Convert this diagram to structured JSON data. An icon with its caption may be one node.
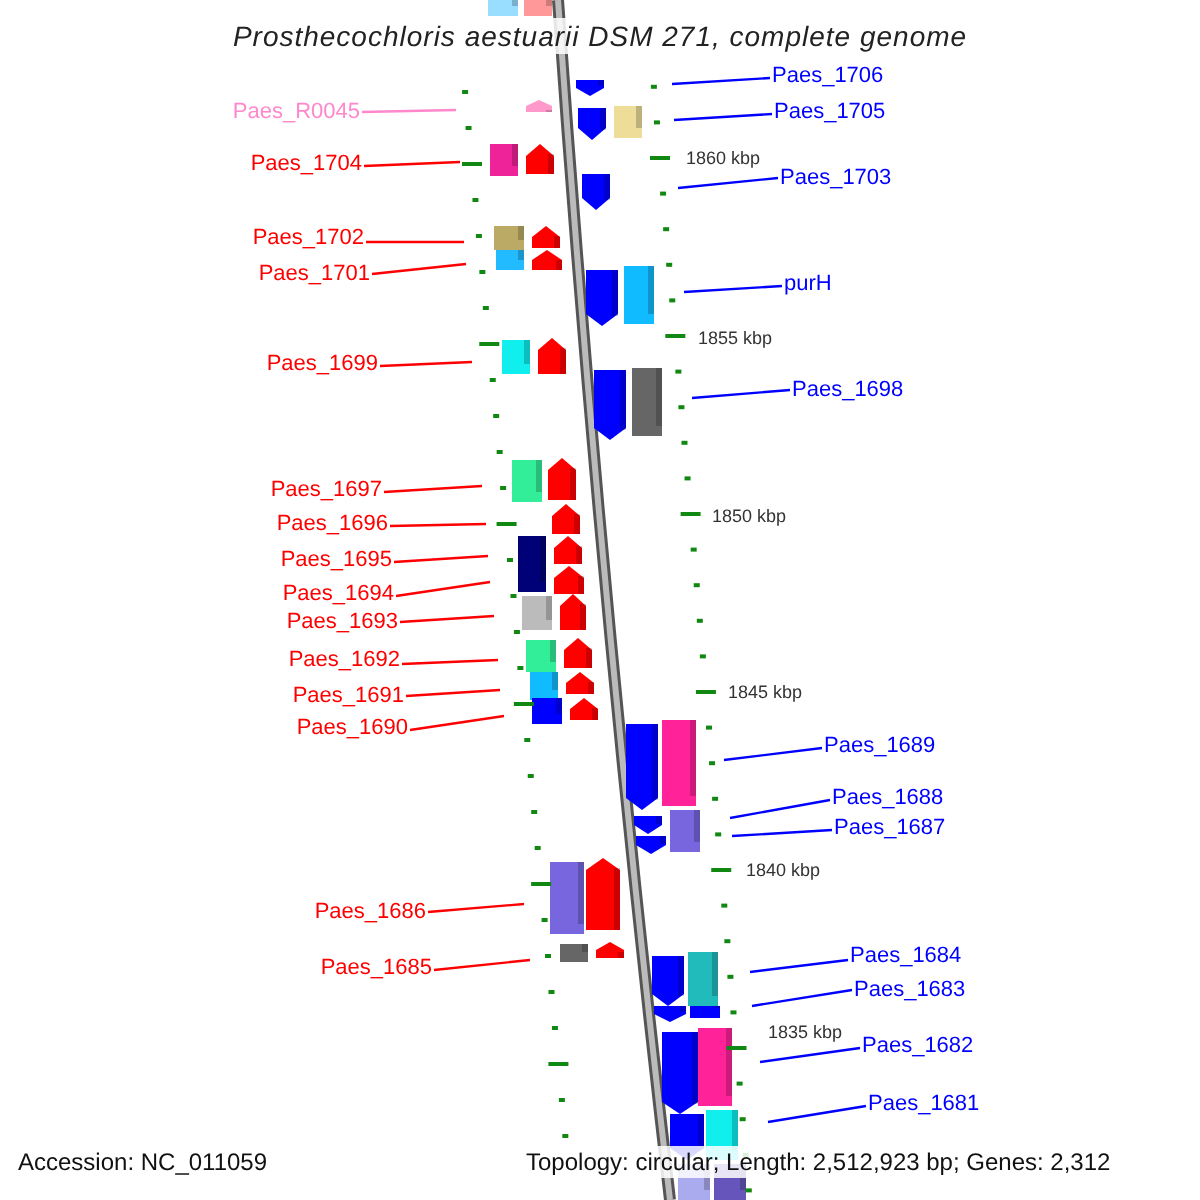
{
  "diagram": {
    "title": "Prosthecochloris aestuarii DSM 271, complete genome",
    "nodes": [
      {
        "text": [
          "Paes_1706"
        ]
      },
      {
        "text": [
          "Paes_R0045"
        ]
      },
      {
        "text": [
          "Paes_1705"
        ]
      },
      {
        "text": [
          "Paes_1704"
        ]
      },
      {
        "text": [
          "Paes_1703"
        ]
      },
      {
        "text": [
          "Paes_1702"
        ]
      },
      {
        "text": [
          "Paes_1701"
        ]
      },
      {
        "text": [
          "purH"
        ]
      },
      {
        "text": [
          "Paes_1699"
        ]
      },
      {
        "text": [
          "Paes_1698"
        ]
      },
      {
        "text": [
          "Paes_1697"
        ]
      },
      {
        "text": [
          "Paes_1696"
        ]
      },
      {
        "text": [
          "Paes_1695"
        ]
      },
      {
        "text": [
          "Paes_1694"
        ]
      },
      {
        "text": [
          "Paes_1693"
        ]
      },
      {
        "text": [
          "Paes_1692"
        ]
      },
      {
        "text": [
          "Paes_1691"
        ]
      },
      {
        "text": [
          "Paes_1690"
        ]
      },
      {
        "text": [
          "Paes_1689"
        ]
      },
      {
        "text": [
          "Paes_1688"
        ]
      },
      {
        "text": [
          "Paes_1687"
        ]
      },
      {
        "text": [
          "Paes_1686"
        ]
      },
      {
        "text": [
          "Paes_1684"
        ]
      },
      {
        "text": [
          "Paes_1685"
        ]
      },
      {
        "text": [
          "Paes_1683"
        ]
      },
      {
        "text": [
          "Paes_1682"
        ]
      },
      {
        "text": [
          "Paes_1681"
        ]
      }
    ],
    "edges": [
      {
        "from": 0,
        "to": null,
        "arrow": "none",
        "color": "#0000ff"
      },
      {
        "from": 1,
        "to": null,
        "arrow": "none",
        "color": "#ff88cc"
      },
      {
        "from": 2,
        "to": null,
        "arrow": "none",
        "color": "#0000ff"
      },
      {
        "from": 3,
        "to": null,
        "arrow": "none"
      },
      {
        "from": 4,
        "to": null,
        "arrow": "none",
        "color": "#0000ff"
      },
      {
        "from": 5,
        "to": null,
        "arrow": "none"
      },
      {
        "from": 6,
        "to": null,
        "arrow": "none"
      },
      {
        "from": 7,
        "to": null,
        "arrow": "none",
        "color": "#0000ff"
      },
      {
        "from": 8,
        "to": null,
        "arrow": "none"
      },
      {
        "from": 9,
        "to": null,
        "arrow": "none",
        "color": "#0000ff"
      },
      {
        "from": 10,
        "to": null,
        "arrow": "none"
      },
      {
        "from": 11,
        "to": null,
        "arrow": "none"
      },
      {
        "from": 12,
        "to": null,
        "arrow": "none"
      },
      {
        "from": 13,
        "to": null,
        "arrow": "none"
      },
      {
        "from": 14,
        "to": null,
        "arrow": "none"
      },
      {
        "from": 15,
        "to": null,
        "arrow": "none"
      },
      {
        "from": 16,
        "to": null,
        "arrow": "none"
      },
      {
        "from": 17,
        "to": null,
        "arrow": "none"
      },
      {
        "from": 18,
        "to": null,
        "arrow": "none",
        "color": "#0000ff"
      },
      {
        "from": 19,
        "to": null,
        "arrow": "none",
        "color": "#0000ff"
      },
      {
        "from": 20,
        "to": null,
        "arrow": "none",
        "color": "#0000ff"
      },
      {
        "from": 21,
        "to": null,
        "arrow": "none"
      },
      {
        "from": 22,
        "to": null,
        "arrow": "none",
        "color": "#0000ff"
      },
      {
        "from": 23,
        "to": null,
        "arrow": "none"
      },
      {
        "from": 24,
        "to": null,
        "arrow": "none",
        "color": "#0000ff"
      },
      {
        "from": 25,
        "to": null,
        "arrow": "none",
        "color": "#0000ff"
      },
      {
        "from": 26,
        "to": null,
        "arrow": "none",
        "color": "#0000ff"
      }
    ],
    "labels": [
      "1860 kbp",
      "1855 kbp",
      "1850 kbp",
      "1845 kbp",
      "1840 kbp",
      "1835 kbp",
      "Accession: NC_011059",
      "Topology: circular; Length: 2,512,923 bp; Genes: 2,312"
    ]
  }
}
